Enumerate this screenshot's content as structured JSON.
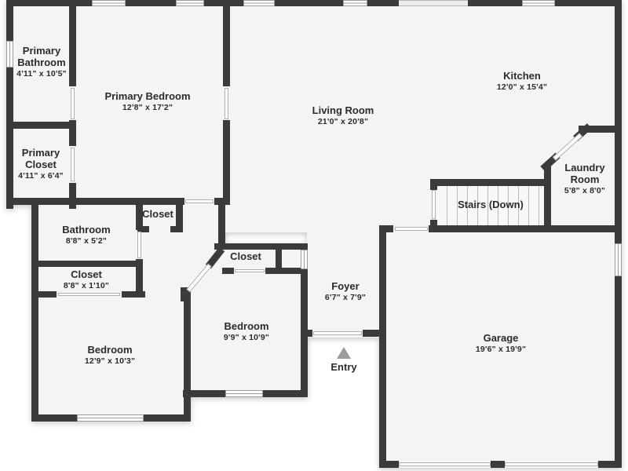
{
  "colors": {
    "wall": "#3b3b3b",
    "floor": "#f4f4f4",
    "text": "#2b2b2b",
    "entry_arrow": "#9b9b9b"
  },
  "rooms": [
    {
      "id": "primary-bathroom",
      "name": "Primary Bathroom",
      "dims": "4'11\" x 10'5\""
    },
    {
      "id": "primary-bedroom",
      "name": "Primary Bedroom",
      "dims": "12'8\" x 17'2\""
    },
    {
      "id": "primary-closet",
      "name": "Primary Closet",
      "dims": "4'11\" x 6'4\""
    },
    {
      "id": "living-room",
      "name": "Living Room",
      "dims": "21'0\" x 20'8\""
    },
    {
      "id": "kitchen",
      "name": "Kitchen",
      "dims": "12'0\" x 15'4\""
    },
    {
      "id": "laundry-room",
      "name": "Laundry Room",
      "dims": "5'8\" x 8'0\""
    },
    {
      "id": "stairs",
      "name": "Stairs (Down)",
      "dims": ""
    },
    {
      "id": "hall-closet",
      "name": "Closet",
      "dims": ""
    },
    {
      "id": "bathroom",
      "name": "Bathroom",
      "dims": "8'8\" x 5'2\""
    },
    {
      "id": "hall-closet-long",
      "name": "Closet",
      "dims": "8'8\" x 1'10\""
    },
    {
      "id": "bedroom-closet",
      "name": "Closet",
      "dims": ""
    },
    {
      "id": "bedroom-middle",
      "name": "Bedroom",
      "dims": "9'9\" x 10'9\""
    },
    {
      "id": "foyer",
      "name": "Foyer",
      "dims": "6'7\" x 7'9\""
    },
    {
      "id": "bedroom-left",
      "name": "Bedroom",
      "dims": "12'9\" x 10'3\""
    },
    {
      "id": "garage",
      "name": "Garage",
      "dims": "19'6\" x 19'9\""
    }
  ],
  "entry": {
    "label": "Entry"
  }
}
